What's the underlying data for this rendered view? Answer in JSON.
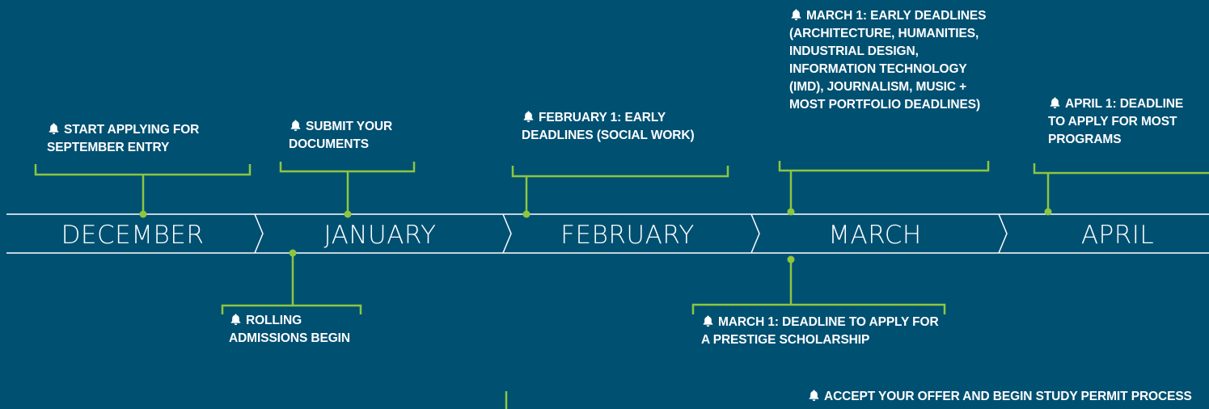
{
  "months": [
    {
      "label": "DECEMBER"
    },
    {
      "label": "JANUARY"
    },
    {
      "label": "FEBRUARY"
    },
    {
      "label": "MARCH"
    },
    {
      "label": "APRIL"
    }
  ],
  "events": {
    "start_applying": "START APPLYING FOR SEPTEMBER ENTRY",
    "submit_documents": "SUBMIT YOUR DOCUMENTS",
    "feb1_early": "FEBRUARY 1:  EARLY DEADLINES (SOCIAL WORK)",
    "march1_early": "MARCH 1: EARLY DEADLINES (ARCHITECTURE, HUMANITIES, INDUSTRIAL DESIGN, INFORMATION TECHNOLOGY (IMD), JOURNALISM, MUSIC + MOST PORTFOLIO DEADLINES)",
    "april1": "APRIL 1: DEADLINE TO APPLY FOR MOST PROGRAMS",
    "rolling": "ROLLING ADMISSIONS BEGIN",
    "march1_scholarship": "MARCH 1: DEADLINE TO APPLY FOR A PRESTIGE SCHOLARSHIP",
    "accept_offer": "ACCEPT YOUR OFFER AND BEGIN STUDY PERMIT PROCESS"
  },
  "colors": {
    "background": "#005072",
    "accent": "#8dc63f",
    "text": "#ffffff",
    "line": "#ffffff"
  },
  "icons": {
    "event_marker": "bell-icon"
  }
}
